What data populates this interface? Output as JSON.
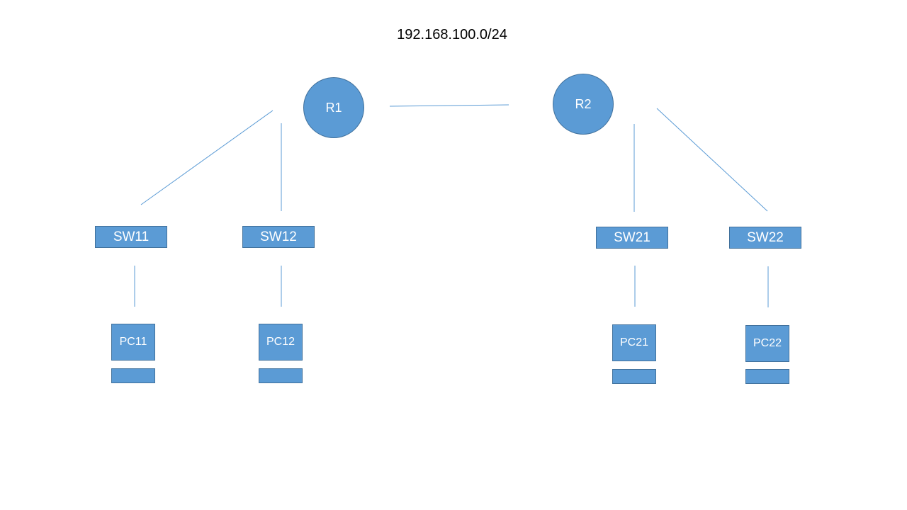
{
  "network": {
    "label": "192.168.100.0/24"
  },
  "colors": {
    "node_fill": "#5b9bd5",
    "node_border": "#41719c",
    "link": "#5b9bd5",
    "text_on_node": "#ffffff",
    "background": "#ffffff"
  },
  "routers": [
    {
      "label": "R1"
    },
    {
      "label": "R2"
    }
  ],
  "switches": [
    {
      "label": "SW11"
    },
    {
      "label": "SW12"
    },
    {
      "label": "SW21"
    },
    {
      "label": "SW22"
    }
  ],
  "pcs": [
    {
      "label": "PC11"
    },
    {
      "label": "PC12"
    },
    {
      "label": "PC21"
    },
    {
      "label": "PC22"
    }
  ]
}
